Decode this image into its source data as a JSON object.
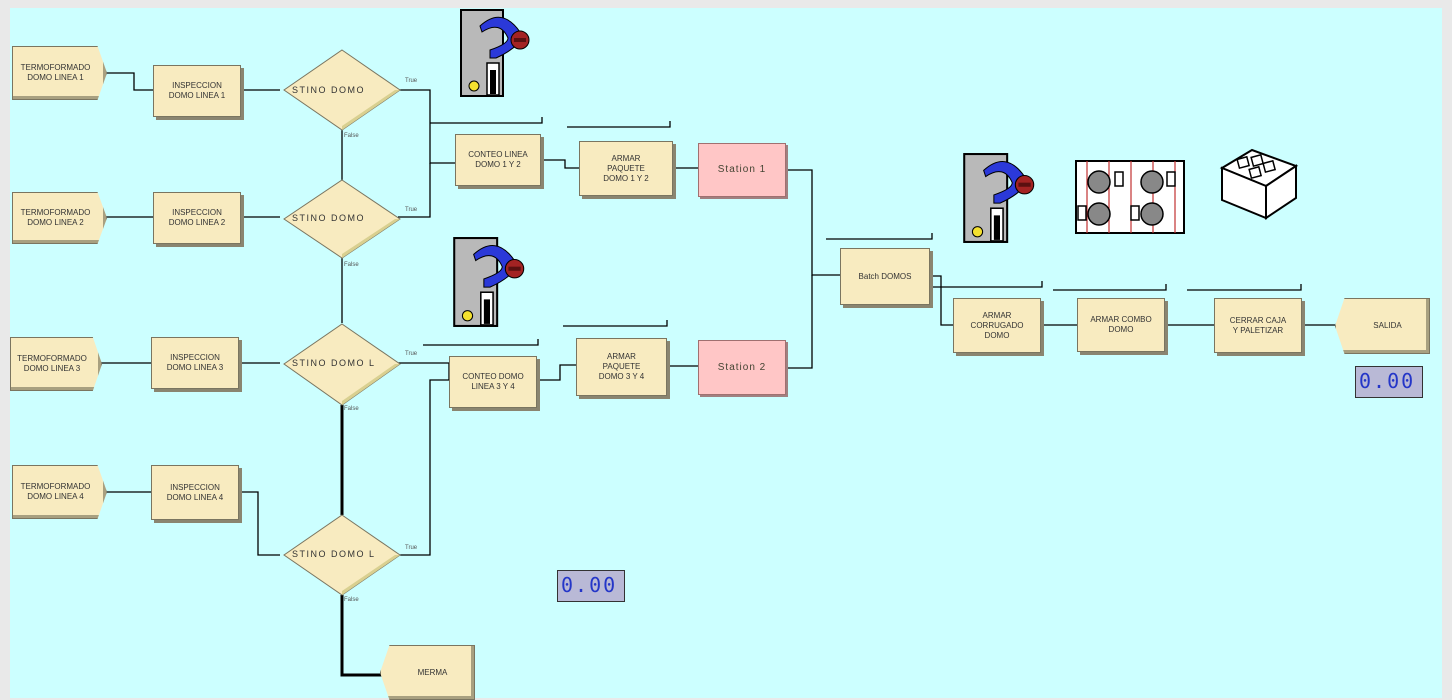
{
  "colors": {
    "canvas": "#ccffff",
    "module": "#f8ebc0",
    "station": "#ffc6c6",
    "counter_text": "#2436c8"
  },
  "creates": [
    {
      "label": "TERMOFORMADO\nDOMO LINEA 1"
    },
    {
      "label": "TERMOFORMADO\nDOMO LINEA 2"
    },
    {
      "label": "TERMOFORMADO\nDOMO LINEA 3"
    },
    {
      "label": "TERMOFORMADO\nDOMO LINEA 4"
    }
  ],
  "inspections": [
    {
      "label": "INSPECCION\nDOMO LINEA 1"
    },
    {
      "label": "INSPECCION\nDOMO LINEA 2"
    },
    {
      "label": "INSPECCION\nDOMO LINEA 3"
    },
    {
      "label": "INSPECCION\nDOMO LINEA 4"
    }
  ],
  "decides": [
    {
      "label": "STINO DOMO"
    },
    {
      "label": "STINO DOMO"
    },
    {
      "label": "STINO DOMO L"
    },
    {
      "label": "STINO DOMO L"
    }
  ],
  "branch": {
    "true": "True",
    "false": "False"
  },
  "conteo": [
    {
      "label": "CONTEO LINEA\nDOMO 1 Y 2"
    },
    {
      "label": "CONTEO DOMO\nLINEA 3 Y 4"
    }
  ],
  "armar_paquete": [
    {
      "label": "ARMAR\nPAQUETE\nDOMO 1 Y 2"
    },
    {
      "label": "ARMAR\nPAQUETE\nDOMO 3 Y 4"
    }
  ],
  "stations": [
    {
      "label": "Station 1"
    },
    {
      "label": "Station 2"
    }
  ],
  "batch": {
    "label": "Batch DOMOS"
  },
  "armar_corrugado": {
    "label": "ARMAR\nCORRUGADO\nDOMO"
  },
  "armar_combo": {
    "label": "ARMAR COMBO\nDOMO"
  },
  "cerrar_caja": {
    "label": "CERRAR CAJA\nY PALETIZAR"
  },
  "salida": {
    "label": "SALIDA"
  },
  "merma": {
    "label": "MERMA"
  },
  "counters": [
    {
      "value": "0.00"
    },
    {
      "value": "0.00"
    }
  ],
  "icons": [
    "robot-arm-icon",
    "robot-arm-icon",
    "robot-arm-icon",
    "pallet-rack-icon",
    "box-icon"
  ]
}
